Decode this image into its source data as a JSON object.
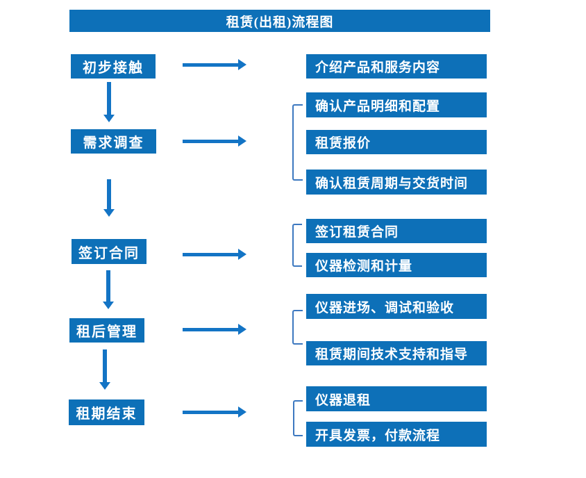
{
  "title": "租赁(出租)流程图",
  "colors": {
    "box_blue": "#0d70b8",
    "arrow_blue": "#1374c5",
    "bracket_blue": "#3c78c0",
    "text_white": "#ffffff"
  },
  "flow": [
    {
      "step": "初步接触",
      "details": [
        "介绍产品和服务内容"
      ]
    },
    {
      "step": "需求调查",
      "details": [
        "确认产品明细和配置",
        "租赁报价",
        "确认租赁周期与交货时间"
      ]
    },
    {
      "step": "签订合同",
      "details": [
        "签订租赁合同",
        "仪器检测和计量"
      ]
    },
    {
      "step": "租后管理",
      "details": [
        "仪器进场、调试和验收",
        "租赁期间技术支持和指导"
      ]
    },
    {
      "step": "租期结束",
      "details": [
        "仪器退租",
        "开具发票，付款流程"
      ]
    }
  ]
}
